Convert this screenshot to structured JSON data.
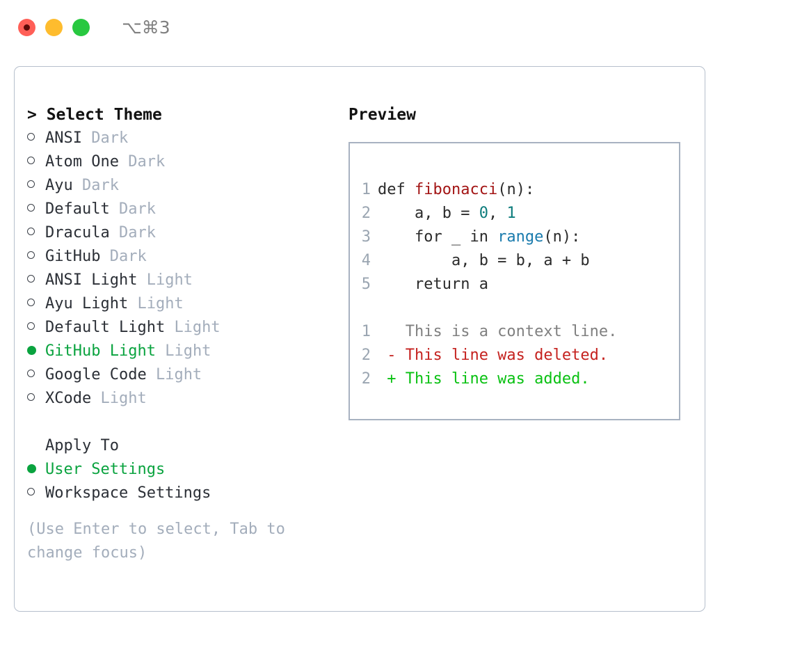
{
  "titlebar": {
    "shortcut": "⌥⌘3",
    "lights": [
      {
        "name": "close",
        "color": "#ff5f57"
      },
      {
        "name": "minimize",
        "color": "#febc2e"
      },
      {
        "name": "maximize",
        "color": "#28c840"
      }
    ]
  },
  "theme_picker": {
    "heading": "> Select Theme",
    "options": [
      {
        "marker": "ring",
        "name": "ANSI",
        "kind": "Dark",
        "selected": false
      },
      {
        "marker": "ring",
        "name": "Atom One",
        "kind": "Dark",
        "selected": false
      },
      {
        "marker": "ring",
        "name": "Ayu",
        "kind": "Dark",
        "selected": false
      },
      {
        "marker": "ring",
        "name": "Default",
        "kind": "Dark",
        "selected": false
      },
      {
        "marker": "ring",
        "name": "Dracula",
        "kind": "Dark",
        "selected": false
      },
      {
        "marker": "ring",
        "name": "GitHub",
        "kind": "Dark",
        "selected": false
      },
      {
        "marker": "ring",
        "name": "ANSI Light",
        "kind": "Light",
        "selected": false
      },
      {
        "marker": "ring",
        "name": "Ayu Light",
        "kind": "Light",
        "selected": false
      },
      {
        "marker": "ring",
        "name": "Default Light",
        "kind": "Light",
        "selected": false
      },
      {
        "marker": "dot",
        "name": "GitHub Light",
        "kind": "Light",
        "selected": true
      },
      {
        "marker": "ring",
        "name": "Google Code",
        "kind": "Light",
        "selected": false
      },
      {
        "marker": "ring",
        "name": "XCode",
        "kind": "Light",
        "selected": false
      }
    ]
  },
  "apply_to": {
    "heading": "Apply To",
    "options": [
      {
        "marker": "dot",
        "name": "User Settings",
        "selected": true
      },
      {
        "marker": "ring",
        "name": "Workspace Settings",
        "selected": false
      }
    ]
  },
  "hint": "(Use Enter to select, Tab to change focus)",
  "preview": {
    "title": "Preview",
    "code_lines": [
      {
        "ln": "1",
        "tokens": [
          {
            "t": "def ",
            "c": "code-text"
          },
          {
            "t": "fibonacci",
            "c": "tok-fn"
          },
          {
            "t": "(n):",
            "c": "code-text"
          }
        ]
      },
      {
        "ln": "2",
        "tokens": [
          {
            "t": "    a, b = ",
            "c": "code-text"
          },
          {
            "t": "0",
            "c": "tok-num"
          },
          {
            "t": ", ",
            "c": "code-text"
          },
          {
            "t": "1",
            "c": "tok-num"
          }
        ]
      },
      {
        "ln": "3",
        "tokens": [
          {
            "t": "    for _ in ",
            "c": "code-text"
          },
          {
            "t": "range",
            "c": "tok-builtin"
          },
          {
            "t": "(n):",
            "c": "code-text"
          }
        ]
      },
      {
        "ln": "4",
        "tokens": [
          {
            "t": "        a, b = b, a + b",
            "c": "code-text"
          }
        ]
      },
      {
        "ln": "5",
        "tokens": [
          {
            "t": "    return a",
            "c": "code-text"
          }
        ]
      }
    ],
    "diff_lines": [
      {
        "ln": "1",
        "tokens": [
          {
            "t": "   This is a context line.",
            "c": "tok-ctx"
          }
        ]
      },
      {
        "ln": "2",
        "tokens": [
          {
            "t": " - This line was deleted.",
            "c": "tok-del"
          }
        ]
      },
      {
        "ln": "2",
        "tokens": [
          {
            "t": " + This line was added.",
            "c": "tok-add"
          }
        ]
      }
    ]
  },
  "colors": {
    "accent_green": "#0aa33f",
    "muted": "#a3adbb",
    "border": "#a8b2c1",
    "panel_border": "#b6bfcc",
    "diff_add": "#09c112",
    "diff_del": "#c5221f",
    "fn": "#a31515",
    "num": "#0d7c7c",
    "builtin": "#1a7bad"
  }
}
